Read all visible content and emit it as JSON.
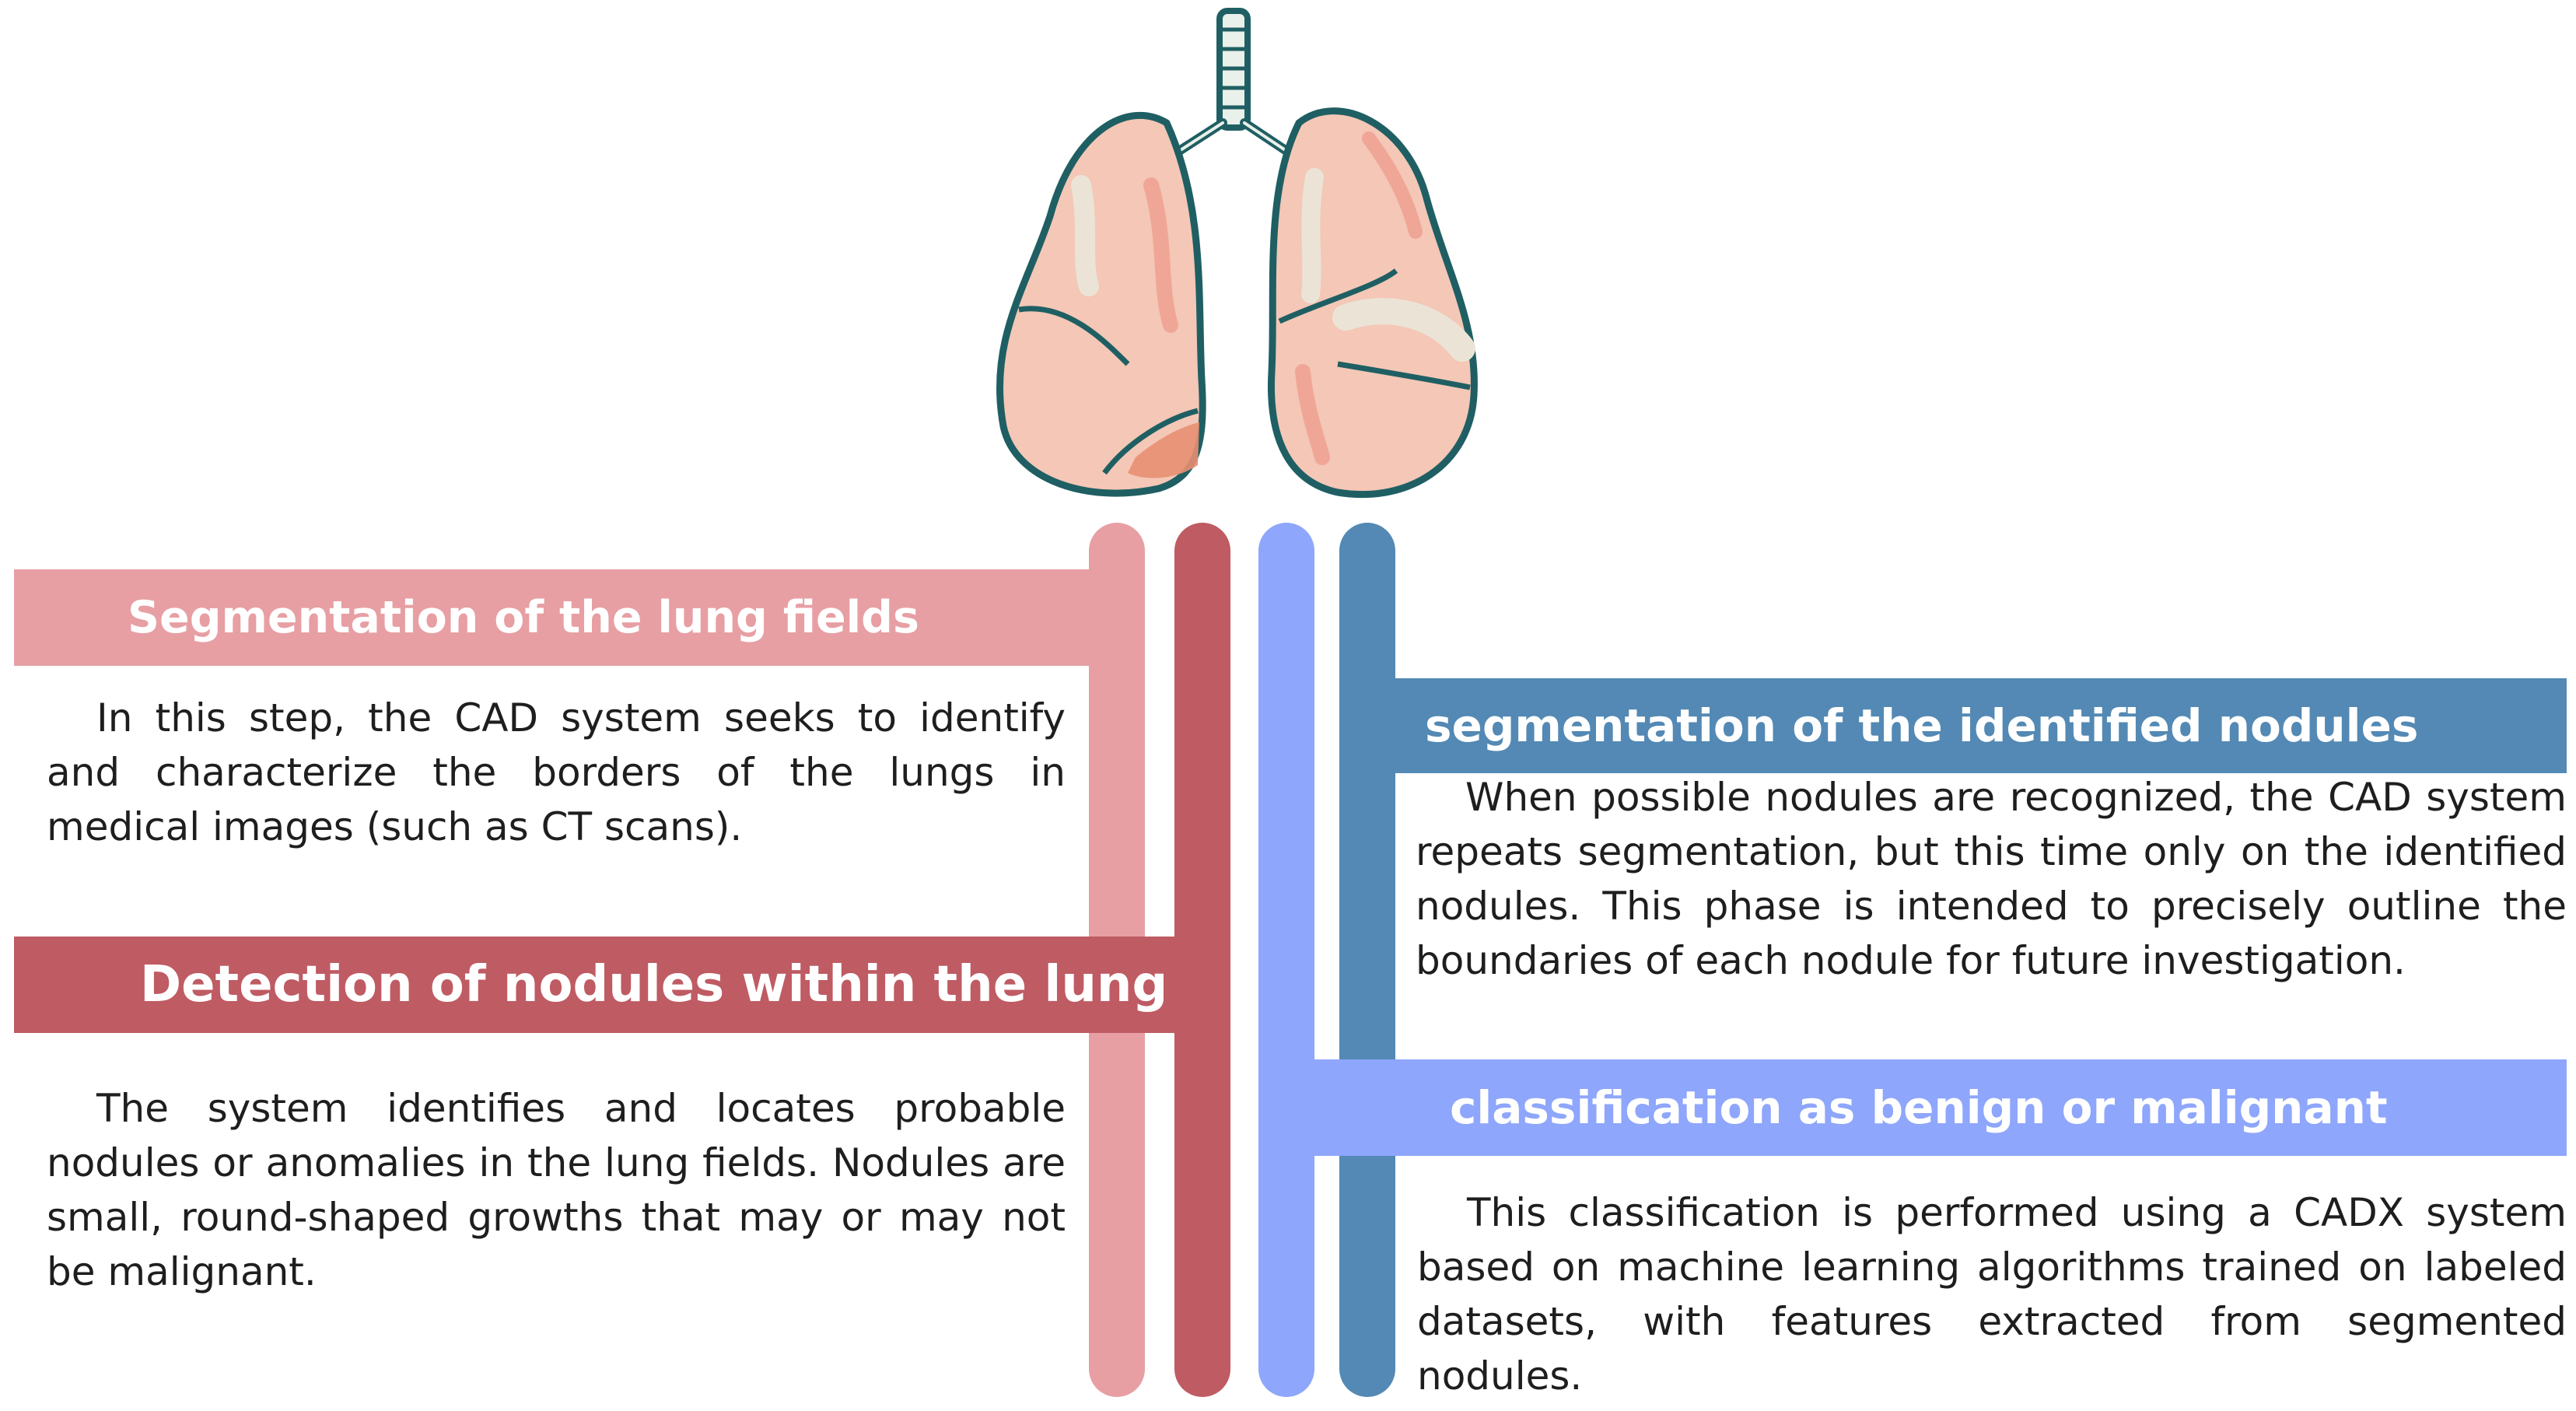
{
  "colors": {
    "pink_light": "#e79fa4",
    "red_dark": "#bf5b63",
    "blue_light": "#8ea6fb",
    "blue_steel": "#5389b4",
    "lung_fill": "#f4c7b6",
    "lung_outline": "#1f5f63"
  },
  "illustration": {
    "name": "lungs-illustration"
  },
  "steps": {
    "lung_fields": {
      "title": "Segmentation of the lung fields",
      "body": "In this step, the CAD system seeks to identify and characterize the borders of the lungs in medical images (such as CT scans)."
    },
    "detection": {
      "title": "Detection of nodules within the lung",
      "body": "The system identifies and locates probable nodules or anomalies in the lung fields. Nodules are small, round-shaped growths that may or may not be malignant."
    },
    "nodule_segmentation": {
      "title": "segmentation of the identified nodules",
      "body": "When possible nodules are recognized, the CAD system repeats segmentation, but this time only on the identified nodules. This phase is intended to precisely outline the boundaries of each nodule for future investigation."
    },
    "classification": {
      "title": "classification as benign or malignant",
      "body": "This classification is performed using a CADX system based on machine learning algorithms trained on labeled datasets, with features extracted from segmented nodules."
    }
  }
}
